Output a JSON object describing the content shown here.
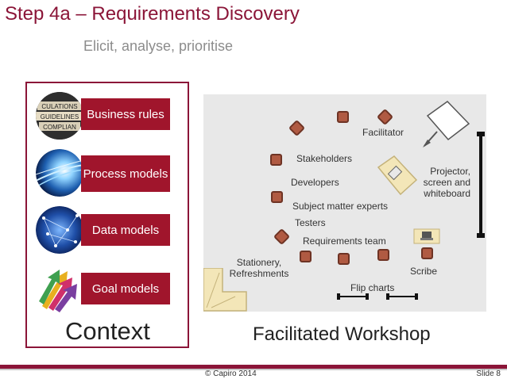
{
  "title": "Step 4a – Requirements Discovery",
  "subtitle": "Elicit, analyse, prioritise",
  "context": {
    "heading": "Context",
    "items": [
      {
        "label": "Business rules",
        "icon": "regulations-guidelines-icon",
        "icon_text": [
          "CULATIONS",
          "GUIDELINES",
          "COMPLIAN"
        ]
      },
      {
        "label": "Process models",
        "icon": "light-tunnel-icon"
      },
      {
        "label": "Data models",
        "icon": "network-globe-icon"
      },
      {
        "label": "Goal models",
        "icon": "colorful-arrows-icon"
      }
    ]
  },
  "workshop": {
    "heading": "Facilitated Workshop",
    "labels": {
      "facilitator": "Facilitator",
      "stakeholders": "Stakeholders",
      "developers": "Developers",
      "projector": "Projector, screen and whiteboard",
      "sme": "Subject matter experts",
      "testers": "Testers",
      "requirements_team": "Requirements team",
      "stationery": "Stationery, Refreshments",
      "scribe": "Scribe",
      "flip_charts": "Flip charts"
    }
  },
  "footer": {
    "copyright": "© Capiro 2014",
    "slide": "Slide 8"
  },
  "colors": {
    "accent": "#8b1538",
    "label_bg": "#a0152c",
    "chair": "#b05a42",
    "area_bg": "#e8e8e8"
  }
}
